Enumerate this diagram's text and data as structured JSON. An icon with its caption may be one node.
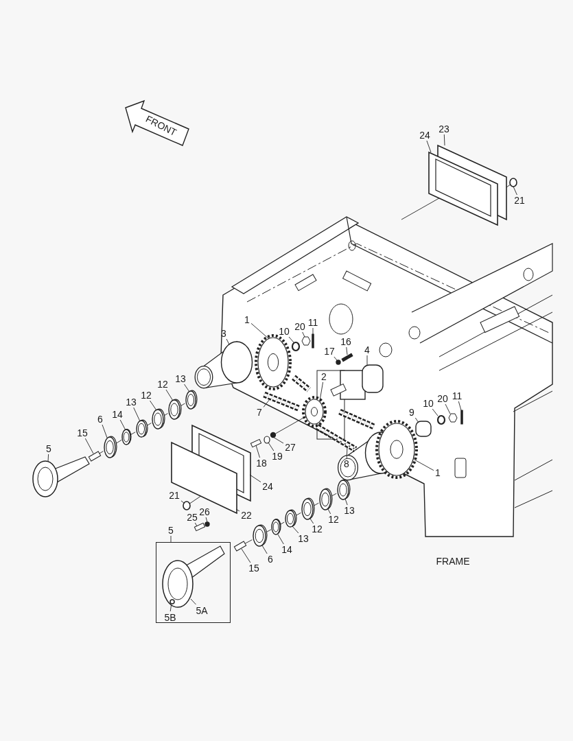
{
  "diagram": {
    "nodes": [
      {
        "text": [
          "24"
        ]
      },
      {
        "text": [
          "23"
        ]
      },
      {
        "text": [
          "21"
        ]
      },
      {
        "text": [
          "1"
        ]
      },
      {
        "text": [
          "11"
        ]
      },
      {
        "text": [
          "20"
        ]
      },
      {
        "text": [
          "10"
        ]
      },
      {
        "text": [
          "3"
        ]
      },
      {
        "text": [
          "16"
        ]
      },
      {
        "text": [
          "4"
        ]
      },
      {
        "text": [
          "17"
        ]
      },
      {
        "text": [
          "2"
        ]
      },
      {
        "text": [
          "13"
        ]
      },
      {
        "text": [
          "12"
        ]
      },
      {
        "text": [
          "12"
        ]
      },
      {
        "text": [
          "13"
        ]
      },
      {
        "text": [
          "14"
        ]
      },
      {
        "text": [
          "6"
        ]
      },
      {
        "text": [
          "7"
        ]
      },
      {
        "text": [
          "9"
        ]
      },
      {
        "text": [
          "10"
        ]
      },
      {
        "text": [
          "20"
        ]
      },
      {
        "text": [
          "11"
        ]
      },
      {
        "text": [
          "15"
        ]
      },
      {
        "text": [
          "5"
        ]
      },
      {
        "text": [
          "27"
        ]
      },
      {
        "text": [
          "19"
        ]
      },
      {
        "text": [
          "18"
        ]
      },
      {
        "text": [
          "8"
        ]
      },
      {
        "text": [
          "1"
        ]
      },
      {
        "text": [
          "24"
        ]
      },
      {
        "text": [
          "21"
        ]
      },
      {
        "text": [
          "26"
        ]
      },
      {
        "text": [
          "22"
        ]
      },
      {
        "text": [
          "13"
        ]
      },
      {
        "text": [
          "25"
        ]
      },
      {
        "text": [
          "12"
        ]
      },
      {
        "text": [
          "12"
        ]
      },
      {
        "text": [
          "5"
        ]
      },
      {
        "text": [],
        "shape": "box"
      },
      {
        "text": [
          "13"
        ]
      },
      {
        "text": [
          "14"
        ]
      },
      {
        "text": [
          "6"
        ]
      },
      {
        "text": [
          "15"
        ]
      },
      {
        "text": [
          "5A"
        ],
        "in": 39
      },
      {
        "text": [
          "5B"
        ],
        "in": 39
      },
      {
        "text": [],
        "shape": "picture"
      },
      {
        "text": [],
        "shape": "box"
      },
      {
        "text": [],
        "shape": "circle"
      },
      {
        "text": [],
        "shape": "picture"
      },
      {
        "text": [],
        "shape": "bar"
      },
      {
        "text": [],
        "shape": "hexagon"
      },
      {
        "text": [],
        "shape": "circle"
      },
      {
        "text": [],
        "shape": "cone"
      },
      {
        "text": [],
        "shape": "bar"
      },
      {
        "text": [],
        "shape": "picture"
      },
      {
        "text": [],
        "shape": "circle"
      },
      {
        "text": [],
        "shape": "picture"
      },
      {
        "text": [],
        "shape": "picture"
      },
      {
        "text": [],
        "shape": "picture"
      },
      {
        "text": [],
        "shape": "picture"
      },
      {
        "text": [],
        "shape": "picture"
      },
      {
        "text": [],
        "shape": "picture"
      },
      {
        "text": [],
        "shape": "picture"
      },
      {
        "text": [],
        "shape": "picture"
      },
      {
        "text": [],
        "shape": "cylinder"
      },
      {
        "text": [],
        "shape": "circle"
      },
      {
        "text": [],
        "shape": "hexagon"
      },
      {
        "text": [],
        "shape": "bar"
      },
      {
        "text": [],
        "shape": "bar"
      },
      {
        "text": [],
        "shape": "picture"
      },
      {
        "text": [],
        "shape": "circle"
      },
      {
        "text": [],
        "shape": "circle"
      },
      {
        "text": [],
        "shape": "bar"
      },
      {
        "text": [],
        "shape": "picture"
      },
      {
        "text": [],
        "shape": "picture"
      },
      {
        "text": [],
        "shape": "picture"
      },
      {
        "text": [],
        "shape": "circle"
      },
      {
        "text": [],
        "shape": "circle"
      },
      {
        "text": [],
        "shape": "box"
      },
      {
        "text": [],
        "shape": "picture"
      },
      {
        "text": [],
        "shape": "bar"
      },
      {
        "text": [],
        "shape": "picture"
      },
      {
        "text": [],
        "shape": "picture"
      },
      {
        "text": [],
        "shape": "picture"
      },
      {
        "text": [],
        "shape": "picture"
      },
      {
        "text": [],
        "shape": "picture"
      },
      {
        "text": [],
        "shape": "bar"
      },
      {
        "text": [],
        "shape": "picture",
        "in": 39
      },
      {
        "text": [],
        "shape": "circle",
        "in": 88
      }
    ],
    "edges": [
      {
        "from": 0,
        "to": 46,
        "arrow": "none"
      },
      {
        "from": 1,
        "to": 47,
        "arrow": "none"
      },
      {
        "from": 2,
        "to": 48,
        "arrow": "none"
      },
      {
        "from": 3,
        "to": 49,
        "arrow": "none"
      },
      {
        "from": 4,
        "to": 50,
        "arrow": "none"
      },
      {
        "from": 5,
        "to": 51,
        "arrow": "none"
      },
      {
        "from": 6,
        "to": 52,
        "arrow": "none"
      },
      {
        "from": 7,
        "to": 53,
        "arrow": "none"
      },
      {
        "from": 8,
        "to": 54,
        "arrow": "none"
      },
      {
        "from": 9,
        "to": 55,
        "arrow": "none"
      },
      {
        "from": 10,
        "to": 56,
        "arrow": "none"
      },
      {
        "from": 11,
        "to": 57,
        "arrow": "none"
      },
      {
        "from": 12,
        "to": 58,
        "arrow": "none"
      },
      {
        "from": 13,
        "to": 59,
        "arrow": "none"
      },
      {
        "from": 14,
        "to": 60,
        "arrow": "none"
      },
      {
        "from": 15,
        "to": 61,
        "arrow": "none"
      },
      {
        "from": 16,
        "to": 62,
        "arrow": "none"
      },
      {
        "from": 17,
        "to": 63,
        "arrow": "none"
      },
      {
        "from": 18,
        "to": 64,
        "arrow": "none"
      },
      {
        "from": 19,
        "to": 65,
        "arrow": "none"
      },
      {
        "from": 20,
        "to": 66,
        "arrow": "none"
      },
      {
        "from": 21,
        "to": 67,
        "arrow": "none"
      },
      {
        "from": 22,
        "to": 68,
        "arrow": "none"
      },
      {
        "from": 23,
        "to": 69,
        "arrow": "none"
      },
      {
        "from": 24,
        "to": 70,
        "arrow": "none"
      },
      {
        "from": 25,
        "to": 71,
        "arrow": "none"
      },
      {
        "from": 26,
        "to": 72,
        "arrow": "none"
      },
      {
        "from": 27,
        "to": 73,
        "arrow": "none"
      },
      {
        "from": 28,
        "to": 74,
        "arrow": "none"
      },
      {
        "from": 29,
        "to": 75,
        "arrow": "none"
      },
      {
        "from": 30,
        "to": 76,
        "arrow": "none"
      },
      {
        "from": 31,
        "to": 77,
        "arrow": "none"
      },
      {
        "from": 32,
        "to": 78,
        "arrow": "none"
      },
      {
        "from": 33,
        "to": 79,
        "arrow": "none"
      },
      {
        "from": 34,
        "to": 80,
        "arrow": "none"
      },
      {
        "from": 35,
        "to": 81,
        "arrow": "none"
      },
      {
        "from": 36,
        "to": 82,
        "arrow": "none"
      },
      {
        "from": 37,
        "to": 83,
        "arrow": "none"
      },
      {
        "from": 38,
        "to": 39,
        "arrow": "none"
      },
      {
        "from": 40,
        "to": 84,
        "arrow": "none"
      },
      {
        "from": 41,
        "to": 85,
        "arrow": "none"
      },
      {
        "from": 42,
        "to": 86,
        "arrow": "none"
      },
      {
        "from": 43,
        "to": 87,
        "arrow": "none"
      },
      {
        "from": 44,
        "to": 88,
        "arrow": "none"
      },
      {
        "from": 45,
        "to": 89,
        "arrow": "none"
      },
      {
        "from": 69,
        "to": 63,
        "arrow": "none"
      },
      {
        "from": 87,
        "to": 86,
        "arrow": "none"
      },
      {
        "from": 46,
        "to": null,
        "arrow": "none"
      },
      {
        "from": 47,
        "to": 48,
        "arrow": "none"
      },
      {
        "from": 77,
        "to": 79,
        "arrow": "none"
      },
      {
        "from": 71,
        "to": 57,
        "arrow": "none"
      },
      {
        "from": 63,
        "to": 62,
        "arrow": "none"
      },
      {
        "from": 62,
        "to": 61,
        "arrow": "none"
      },
      {
        "from": 61,
        "to": 60,
        "arrow": "none"
      },
      {
        "from": 60,
        "to": 59,
        "arrow": "none"
      },
      {
        "from": 59,
        "to": 58,
        "arrow": "none"
      },
      {
        "from": 86,
        "to": 85,
        "arrow": "none"
      },
      {
        "from": 85,
        "to": 84,
        "arrow": "none"
      },
      {
        "from": 84,
        "to": 83,
        "arrow": "none"
      },
      {
        "from": 83,
        "to": 82,
        "arrow": "none"
      },
      {
        "from": 82,
        "to": 80,
        "arrow": "none"
      }
    ],
    "labels": [
      "FRONT",
      "FRAME"
    ]
  }
}
